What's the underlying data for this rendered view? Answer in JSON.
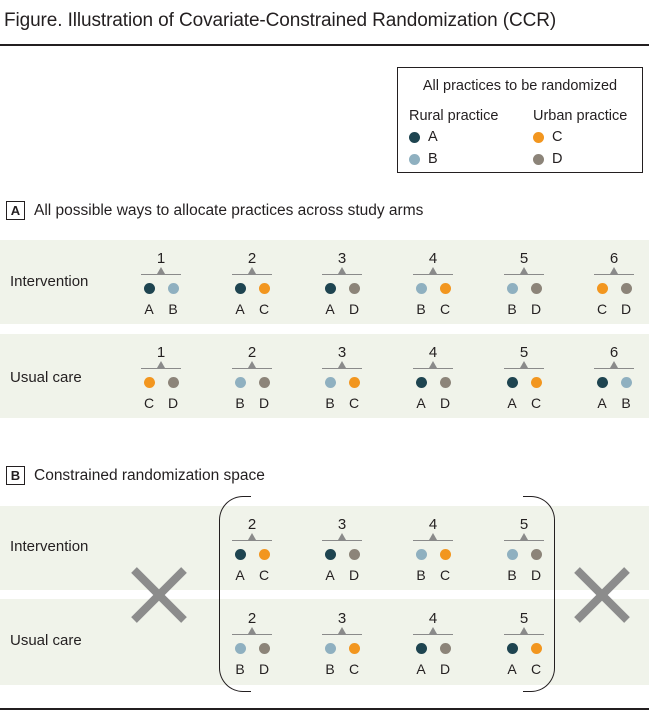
{
  "title": "Figure. Illustration of Covariate-Constrained Randomization (CCR)",
  "colors": {
    "A": "#1e4450",
    "B": "#8fb0c0",
    "C": "#f2961f",
    "D": "#8c8479"
  },
  "legend": {
    "title": "All practices to be randomized",
    "rural_header": "Rural practice",
    "urban_header": "Urban practice",
    "items": [
      {
        "letter": "A",
        "group": "rural"
      },
      {
        "letter": "B",
        "group": "rural"
      },
      {
        "letter": "C",
        "group": "urban"
      },
      {
        "letter": "D",
        "group": "urban"
      }
    ]
  },
  "section_a": {
    "letter": "A",
    "title": "All possible ways to allocate practices across study arms",
    "row_intervention": "Intervention",
    "row_usual": "Usual care",
    "allocations": [
      {
        "number": "1",
        "intervention": [
          "A",
          "B"
        ],
        "usual": [
          "C",
          "D"
        ]
      },
      {
        "number": "2",
        "intervention": [
          "A",
          "C"
        ],
        "usual": [
          "B",
          "D"
        ]
      },
      {
        "number": "3",
        "intervention": [
          "A",
          "D"
        ],
        "usual": [
          "B",
          "C"
        ]
      },
      {
        "number": "4",
        "intervention": [
          "B",
          "C"
        ],
        "usual": [
          "A",
          "D"
        ]
      },
      {
        "number": "5",
        "intervention": [
          "B",
          "D"
        ],
        "usual": [
          "A",
          "C"
        ]
      },
      {
        "number": "6",
        "intervention": [
          "C",
          "D"
        ],
        "usual": [
          "A",
          "B"
        ]
      }
    ]
  },
  "section_b": {
    "letter": "B",
    "title": "Constrained randomization space",
    "row_intervention": "Intervention",
    "row_usual": "Usual care",
    "allocations": [
      {
        "number": "2",
        "intervention": [
          "A",
          "C"
        ],
        "usual": [
          "B",
          "D"
        ]
      },
      {
        "number": "3",
        "intervention": [
          "A",
          "D"
        ],
        "usual": [
          "B",
          "C"
        ]
      },
      {
        "number": "4",
        "intervention": [
          "B",
          "C"
        ],
        "usual": [
          "A",
          "D"
        ]
      },
      {
        "number": "5",
        "intervention": [
          "B",
          "D"
        ],
        "usual": [
          "A",
          "C"
        ]
      }
    ],
    "excluded_marks": [
      "1",
      "6"
    ]
  }
}
